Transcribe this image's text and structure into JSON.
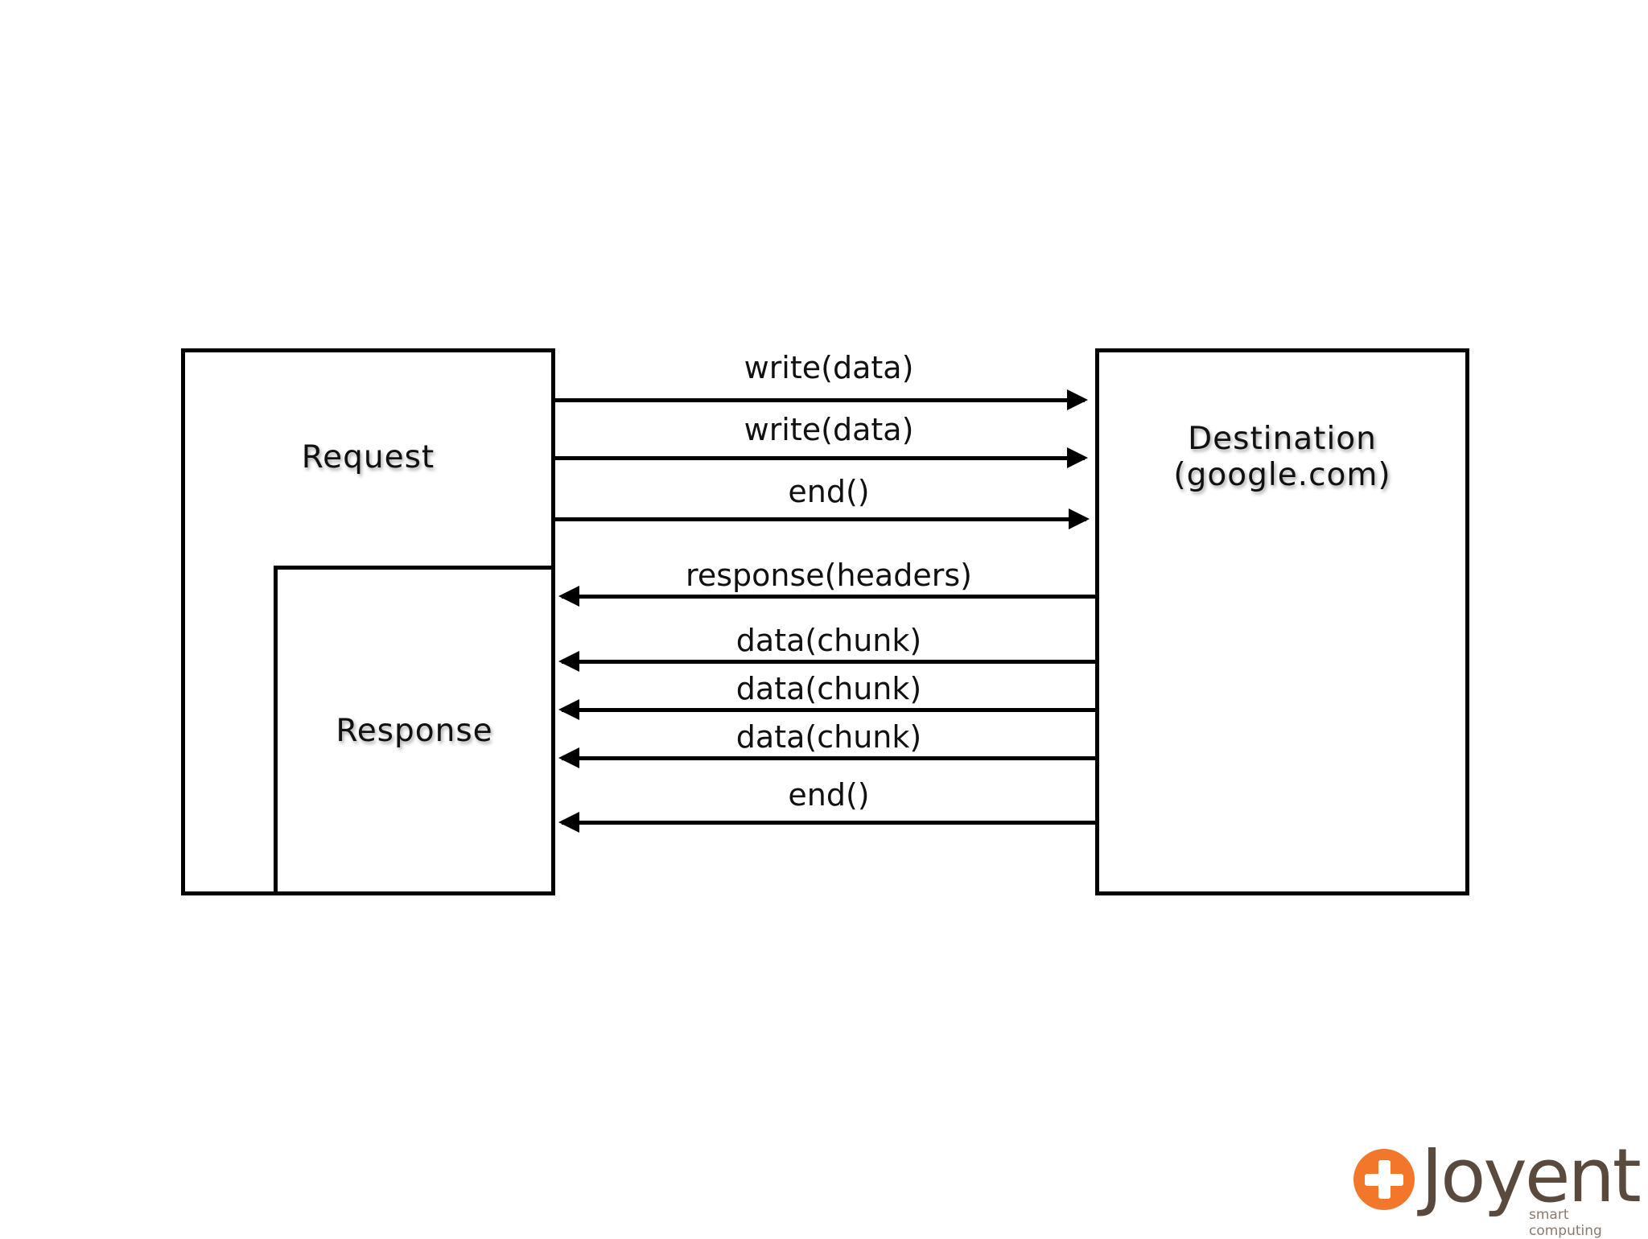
{
  "boxes": {
    "request": "Request",
    "response": "Response",
    "destination_line1": "Destination",
    "destination_line2": "(google.com)"
  },
  "messages": {
    "outgoing": [
      "write(data)",
      "write(data)",
      "end()"
    ],
    "incoming": [
      "response(headers)",
      "data(chunk)",
      "data(chunk)",
      "data(chunk)",
      "end()"
    ]
  },
  "logo": {
    "name": "Joyent",
    "tagline": "smart computing",
    "accent_color": "#f2772b",
    "text_color": "#5a4a3e"
  }
}
